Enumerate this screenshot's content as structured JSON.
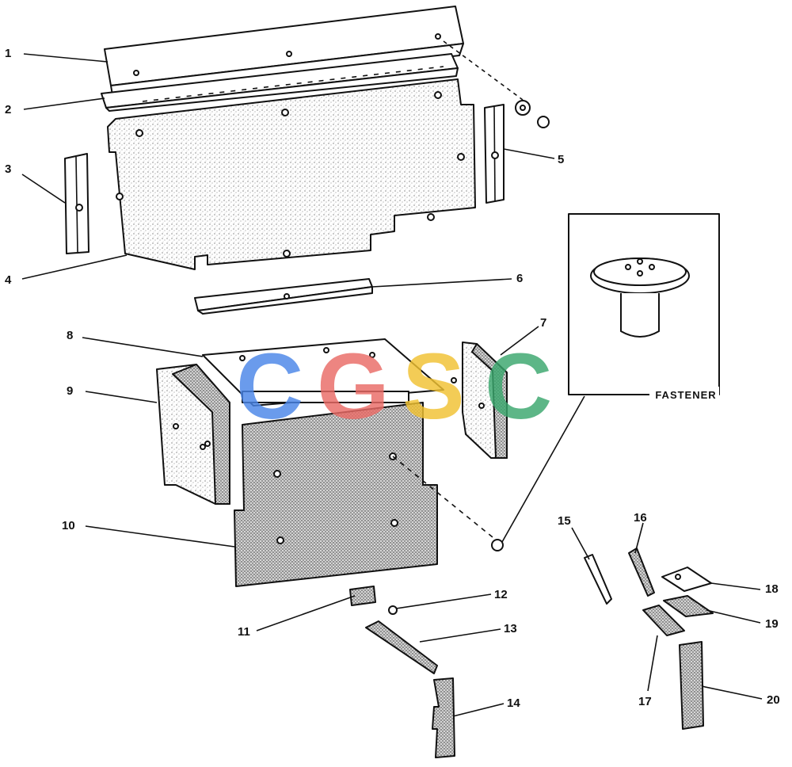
{
  "diagram": {
    "callouts": [
      "1",
      "2",
      "3",
      "4",
      "5",
      "6",
      "7",
      "8",
      "9",
      "10",
      "11",
      "12",
      "13",
      "14",
      "15",
      "16",
      "17",
      "18",
      "19",
      "20"
    ],
    "inset": {
      "title": "FASTENER"
    },
    "watermark": {
      "letters": [
        "C",
        "G",
        "S",
        "C"
      ],
      "colors": [
        "#4a86e8",
        "#ea6b66",
        "#f1c232",
        "#3aa76d"
      ]
    }
  }
}
